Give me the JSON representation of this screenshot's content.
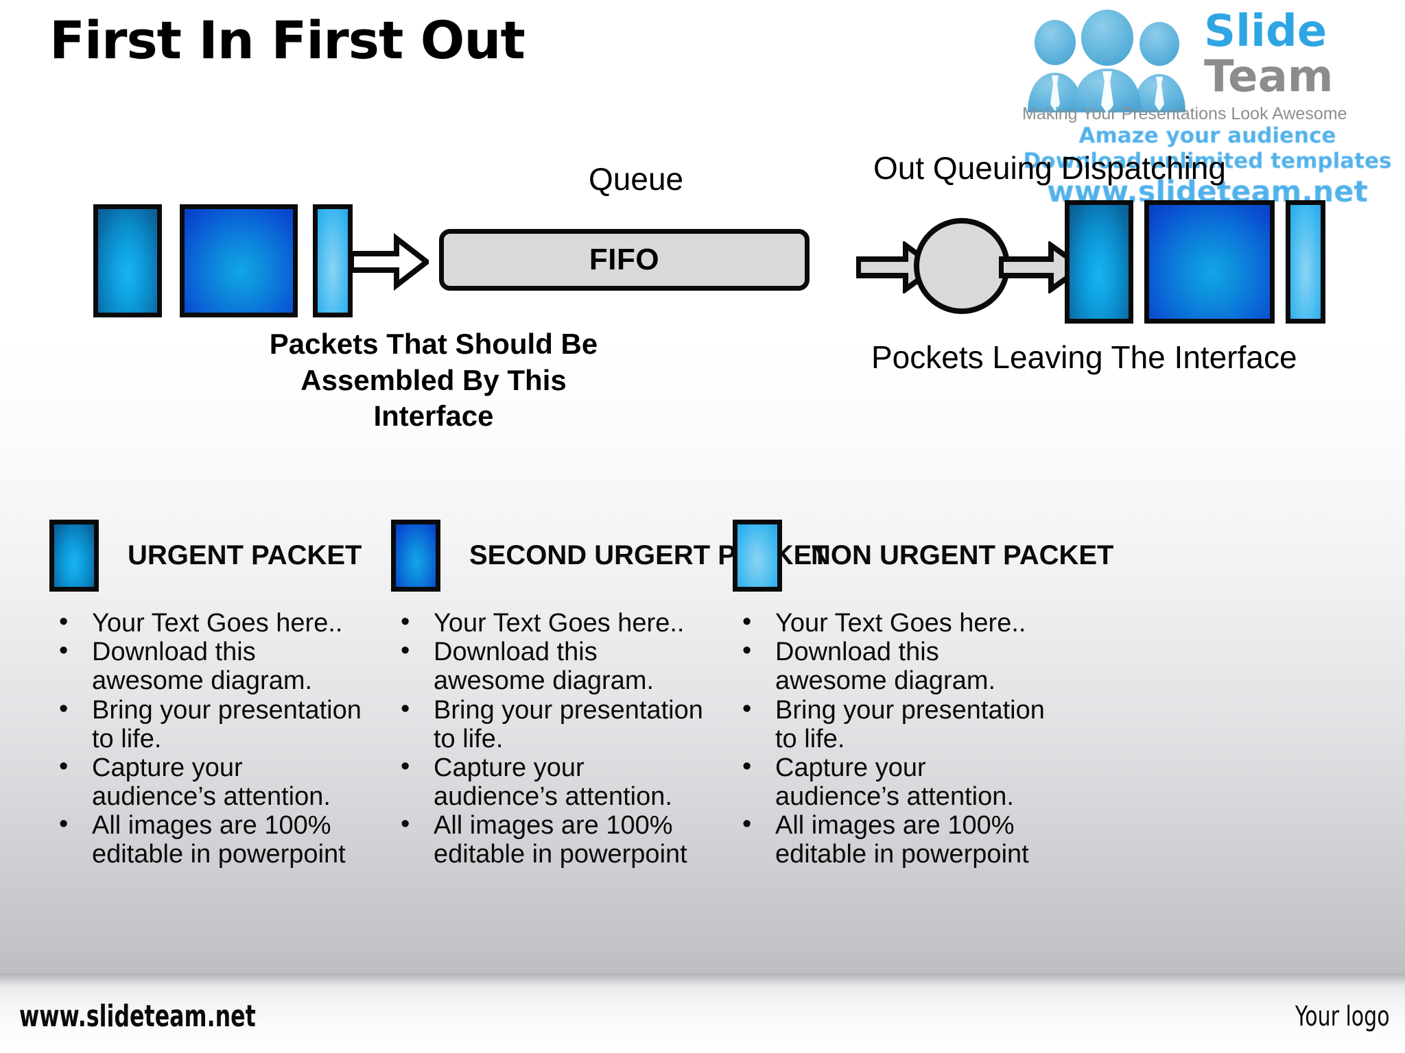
{
  "slide": {
    "title": "First In First Out"
  },
  "logo": {
    "word1": "Slide",
    "word2": "Team",
    "tagline": "Making Your Presentations Look Awesome",
    "people_icon": "three-people-icon",
    "brand_blue": "#2fa6e3",
    "brand_gray": "#8c8c8c"
  },
  "watermark": {
    "line1": "Amaze your audience",
    "line2": "Download unlimited templates",
    "line3": "www.slideteam.net",
    "color": "#3aa7e8"
  },
  "diagram": {
    "queue_label": "Queue",
    "fifo_label": "FIFO",
    "out_queuing_label": "Out Queuing Dispatching",
    "packets_in_label": "Packets That Should Be Assembled By This Interface",
    "packets_out_label": "Pockets Leaving The Interface",
    "in_packets": [
      {
        "type": "urgent"
      },
      {
        "type": "second"
      },
      {
        "type": "nonurgent"
      }
    ],
    "out_packets": [
      {
        "type": "urgent"
      },
      {
        "type": "second"
      },
      {
        "type": "nonurgent"
      }
    ],
    "node_fill": "#d9d9d9",
    "stroke": "#0a0a0a"
  },
  "columns": [
    {
      "legend_label": "URGENT PACKET",
      "swatch": "urgent",
      "bullets": [
        "Your Text Goes here..",
        "Download this awesome diagram.",
        "Bring your presentation to life.",
        "Capture your audience’s attention.",
        "All images are 100% editable in powerpoint"
      ]
    },
    {
      "legend_label": "SECOND URGERT PACKET",
      "swatch": "second",
      "bullets": [
        "Your Text Goes here..",
        "Download this awesome diagram.",
        "Bring your presentation to life.",
        "Capture your audience’s attention.",
        "All images are 100% editable in powerpoint"
      ]
    },
    {
      "legend_label": "NON URGENT PACKET",
      "swatch": "nonurgent",
      "bullets": [
        "Your Text Goes here..",
        "Download this awesome diagram.",
        "Bring your presentation to life.",
        "Capture your audience’s attention.",
        "All images are 100% editable in powerpoint"
      ]
    }
  ],
  "footer": {
    "url": "www.slideteam.net",
    "logo_placeholder": "Your logo"
  }
}
